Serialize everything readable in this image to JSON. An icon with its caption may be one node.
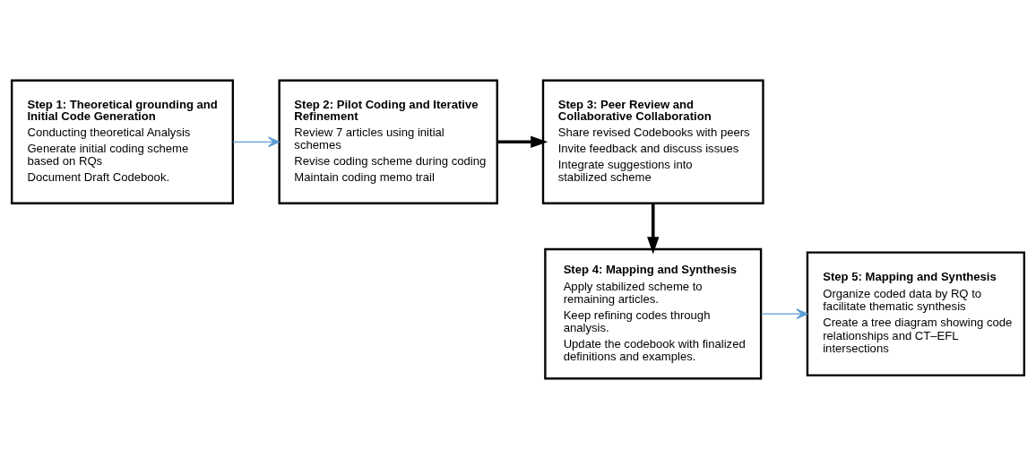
{
  "diagram": {
    "nodes": [
      {
        "text": [
          "Step 1: Theoretical grounding and Initial Code Generation",
          "Conducting theoretical Analysis",
          "Generate initial coding scheme based on RQs",
          "Document Draft Codebook."
        ]
      },
      {
        "text": [
          "Step 2: Pilot Coding and Iterative Refinement",
          "Review 7 articles using initial schemes",
          "Revise coding scheme during coding",
          "Maintain coding memo trail"
        ]
      },
      {
        "text": [
          "Step 3: Peer Review and Collaborative Collaboration",
          "Share revised Codebooks with peers",
          "Invite feedback and discuss issues",
          "Integrate suggestions into stabilized scheme"
        ]
      },
      {
        "text": [
          "Step 4: Mapping and Synthesis",
          "Apply stabilized scheme to remaining articles.",
          "Keep refining codes through analysis.",
          "Update the codebook with finalized definitions and examples."
        ]
      },
      {
        "text": [
          "Step 5: Mapping and Synthesis",
          "Organize coded data by RQ to facilitate thematic synthesis",
          "Create a tree diagram showing code relationships and CT–EFL intersections"
        ]
      }
    ],
    "edges": [
      {
        "from": 0,
        "to": 1,
        "arrow": "to",
        "color": "#5b9bd5"
      },
      {
        "from": 1,
        "to": 2,
        "arrow": "to",
        "style": "thick",
        "color": "#000000"
      },
      {
        "from": 2,
        "to": 3,
        "arrow": "to",
        "style": "thick",
        "color": "#000000"
      },
      {
        "from": 3,
        "to": 4,
        "arrow": "to",
        "color": "#5b9bd5"
      }
    ]
  }
}
